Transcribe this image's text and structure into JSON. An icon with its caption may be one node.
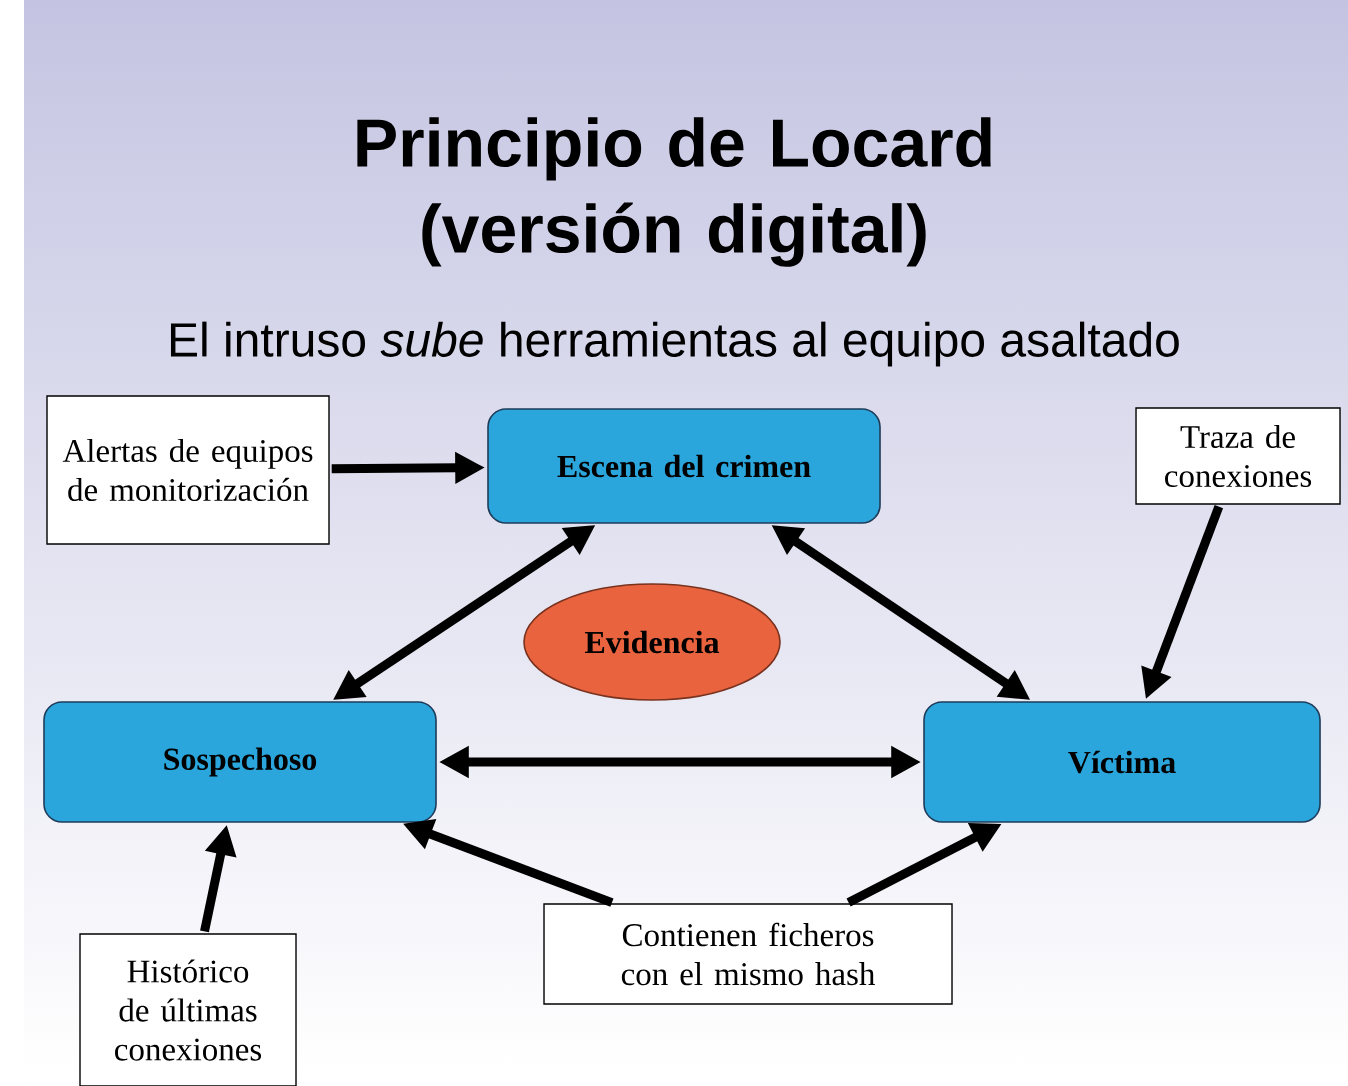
{
  "diagram": {
    "title": "Principio de Locard (versión digital)",
    "nodes": [
      {
        "text": [
          "Escena del crimen"
        ]
      },
      {
        "text": [
          "Evidencia"
        ]
      },
      {
        "text": [
          "Sospechoso"
        ]
      },
      {
        "text": [
          "Víctima"
        ]
      },
      {
        "text": [
          "Alertas de equipos de monitorización"
        ]
      },
      {
        "text": [
          "Traza de conexiones"
        ]
      },
      {
        "text": [
          "Histórico de últimas conexiones"
        ]
      },
      {
        "text": [
          "Contienen ficheros con el mismo hash"
        ]
      }
    ],
    "edges": [
      {
        "from": 4,
        "to": 0,
        "arrow": "to"
      },
      {
        "from": 0,
        "to": 2,
        "arrow": "both"
      },
      {
        "from": 0,
        "to": 3,
        "arrow": "both"
      },
      {
        "from": 5,
        "to": 3,
        "arrow": "to"
      },
      {
        "from": 2,
        "to": 3,
        "arrow": "both"
      },
      {
        "from": 6,
        "to": 2,
        "arrow": "to"
      },
      {
        "from": 7,
        "to": 2,
        "arrow": "to"
      },
      {
        "from": 7,
        "to": 3,
        "arrow": "to"
      }
    ],
    "labels": [
      "El intruso *sube* herramientas al equipo asaltado"
    ]
  }
}
